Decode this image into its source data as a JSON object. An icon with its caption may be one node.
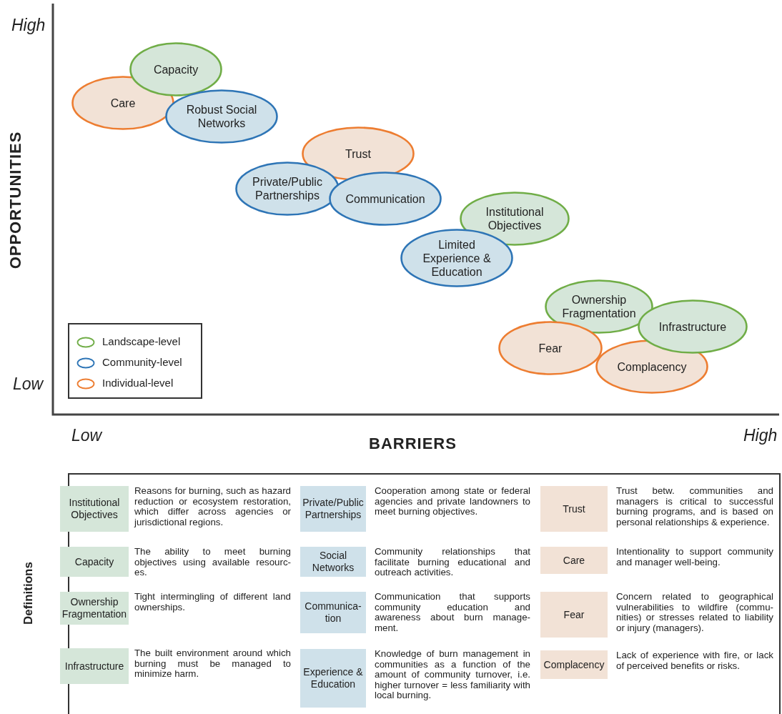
{
  "diagram": {
    "nodes": [
      {
        "text": [
          "Capacity"
        ]
      },
      {
        "text": [
          "Care"
        ]
      },
      {
        "text": [
          "Robust Social Networks"
        ]
      },
      {
        "text": [
          "Trust"
        ]
      },
      {
        "text": [
          "Private/Public Partnerships"
        ]
      },
      {
        "text": [
          "Communication"
        ]
      },
      {
        "text": [
          "Institutional Objectives"
        ]
      },
      {
        "text": [
          "Limited Experience & Education"
        ]
      },
      {
        "text": [
          "Ownership Fragmentation"
        ]
      },
      {
        "text": [
          "Infrastructure"
        ]
      },
      {
        "text": [
          "Fear"
        ]
      },
      {
        "text": [
          "Complacency"
        ]
      },
      {
        "text": [
          "Definitions"
        ]
      },
      {
        "text": [
          "Institutional Objectives"
        ],
        "in": 12,
        "beside": [
          "Reasons for burning, such as hazard reduction or ecosystem restoration, which differ across agencies or jurisdictional regions."
        ]
      },
      {
        "text": [
          "Private/Public Partnerships"
        ],
        "in": 12,
        "beside": [
          "Cooperation among state or federal agencies and private landowners to meet burning objectives."
        ]
      },
      {
        "text": [
          "Trust"
        ],
        "in": 12,
        "beside": [
          "Trust betw. communities and managers is critical to successful burning programs, and is based on personal relationships & experience."
        ]
      },
      {
        "text": [
          "Capacity"
        ],
        "in": 12,
        "beside": [
          "The ability to meet burning objectives using available resourc-es."
        ]
      },
      {
        "text": [
          "Social Networks"
        ],
        "in": 12,
        "beside": [
          "Community relationships that facilitate burning educational and outreach activities."
        ]
      },
      {
        "text": [
          "Care"
        ],
        "in": 12,
        "beside": [
          "Intentionality to support community and manager well-being."
        ]
      },
      {
        "text": [
          "Ownership Fragmentation"
        ],
        "in": 12,
        "beside": [
          "Tight intermingling of different land ownerships."
        ]
      },
      {
        "text": [
          "Communica-tion"
        ],
        "in": 12,
        "beside": [
          "Communication that supports community education and awareness about burn manage-ment."
        ]
      },
      {
        "text": [
          "Fear"
        ],
        "in": 12,
        "beside": [
          "Concern related to geographical vulnerabilities to wildfire (commu-nities) or stresses related to liability or injury (managers)."
        ]
      },
      {
        "text": [
          "Infrastructure"
        ],
        "in": 12,
        "beside": [
          "The built environment around which burning must be managed to minimize harm."
        ]
      },
      {
        "text": [
          "Experience & Education"
        ],
        "in": 12,
        "beside": [
          "Knowledge of burn management in communities as a function of the amount of community turnover, i.e. higher turnover = less familiarity with local burning."
        ]
      },
      {
        "text": [
          "Complacency"
        ],
        "in": 12,
        "beside": [
          "Lack of experience with fire, or lack of perceived benefits or risks."
        ]
      }
    ],
    "edges": [],
    "labels": [
      "High",
      "OPPORTUNITIES",
      "Low",
      "Low",
      "BARRIERS",
      "High"
    ],
    "legend": [
      {
        "text": "Landscape-level"
      },
      {
        "text": "Community-level"
      },
      {
        "text": "Individual-level"
      }
    ]
  }
}
